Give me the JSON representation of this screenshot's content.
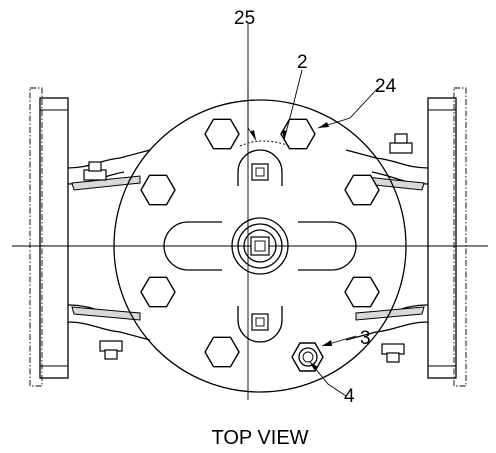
{
  "callouts": {
    "c25": "25",
    "c2": "2",
    "c24": "24",
    "c3": "3",
    "c4": "4"
  },
  "caption": "TOP VIEW"
}
